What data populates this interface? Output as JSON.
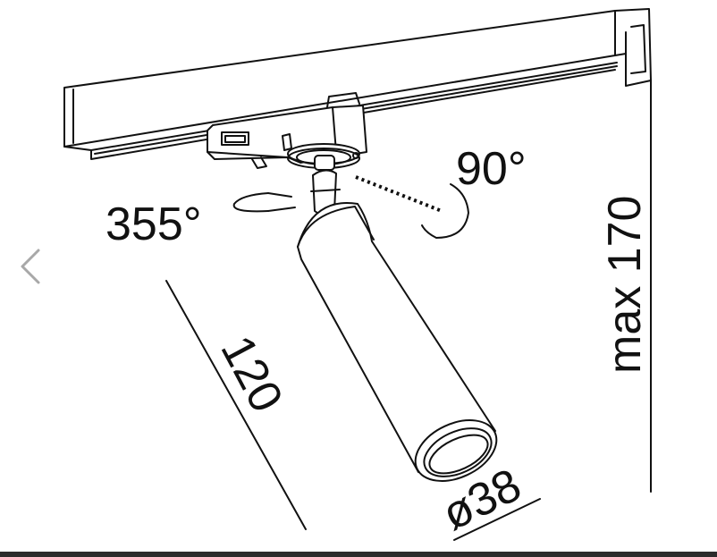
{
  "viewer": {
    "prev_icon": "chevron-left-icon",
    "labels": {
      "rotation_horizontal": "355°",
      "rotation_vertical": "90°",
      "length": "120",
      "diameter": "ø38",
      "max_height": "max 170"
    }
  },
  "colors": {
    "line": "#111111",
    "chevron": "#a8a8a8",
    "bar": "#2b2b2b"
  }
}
